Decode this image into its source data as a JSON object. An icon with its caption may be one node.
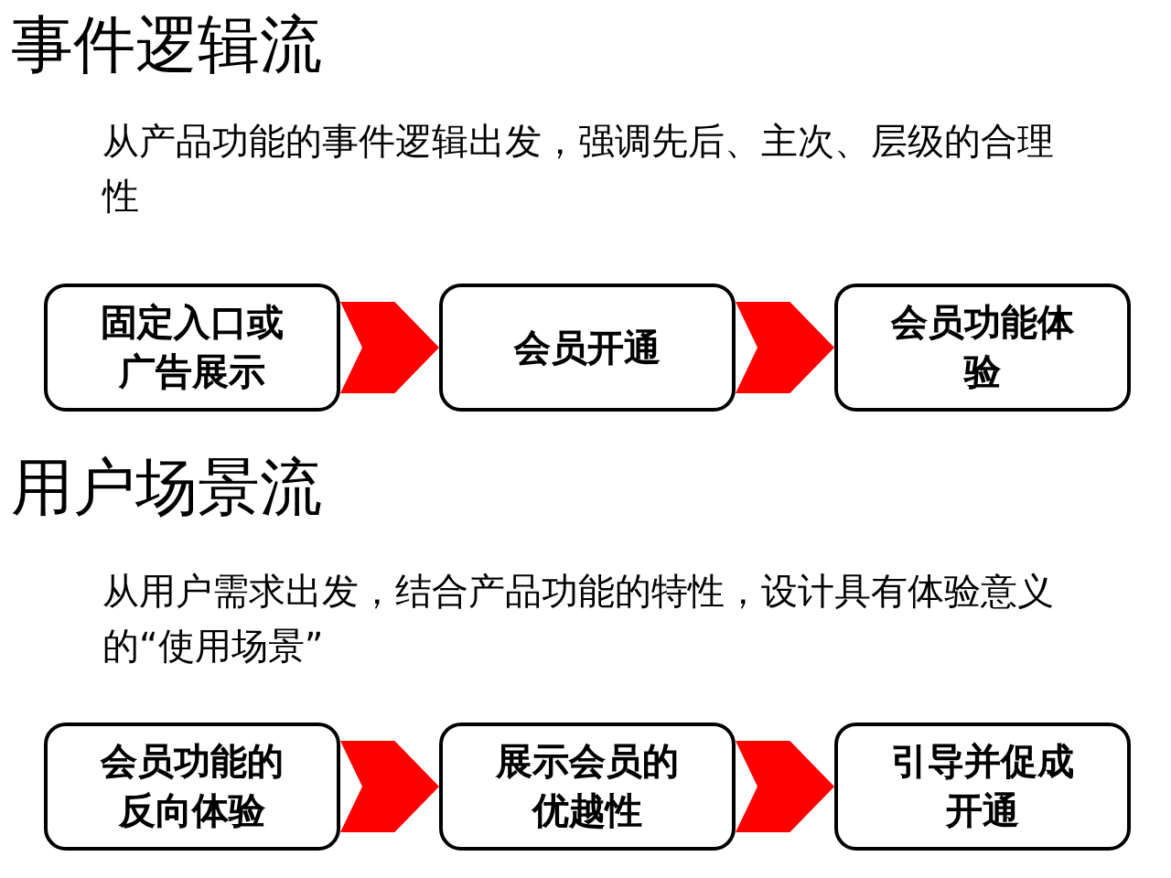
{
  "diagram": {
    "nodes": [
      {
        "text": [
          "固定入口或广告展示"
        ]
      },
      {
        "text": [
          "会员开通"
        ]
      },
      {
        "text": [
          "会员功能体验"
        ]
      },
      {
        "text": [
          "会员功能的反向体验"
        ]
      },
      {
        "text": [
          "展示会员的优越性"
        ]
      },
      {
        "text": [
          "引导并促成开通"
        ]
      }
    ],
    "edges": [
      {
        "from": 0,
        "to": 1,
        "arrow": "to",
        "color": "#ff0000"
      },
      {
        "from": 1,
        "to": 2,
        "arrow": "to",
        "color": "#ff0000"
      },
      {
        "from": 3,
        "to": 4,
        "arrow": "to",
        "color": "#ff0000"
      },
      {
        "from": 4,
        "to": 5,
        "arrow": "to",
        "color": "#ff0000"
      }
    ],
    "labels": [
      "事件逻辑流",
      "从产品功能的事件逻辑出发，强调先后、主次、层级的合理性",
      "用户场景流",
      "从用户需求出发，结合产品功能的特性，设计具有体验意义的“使用场景”"
    ]
  }
}
